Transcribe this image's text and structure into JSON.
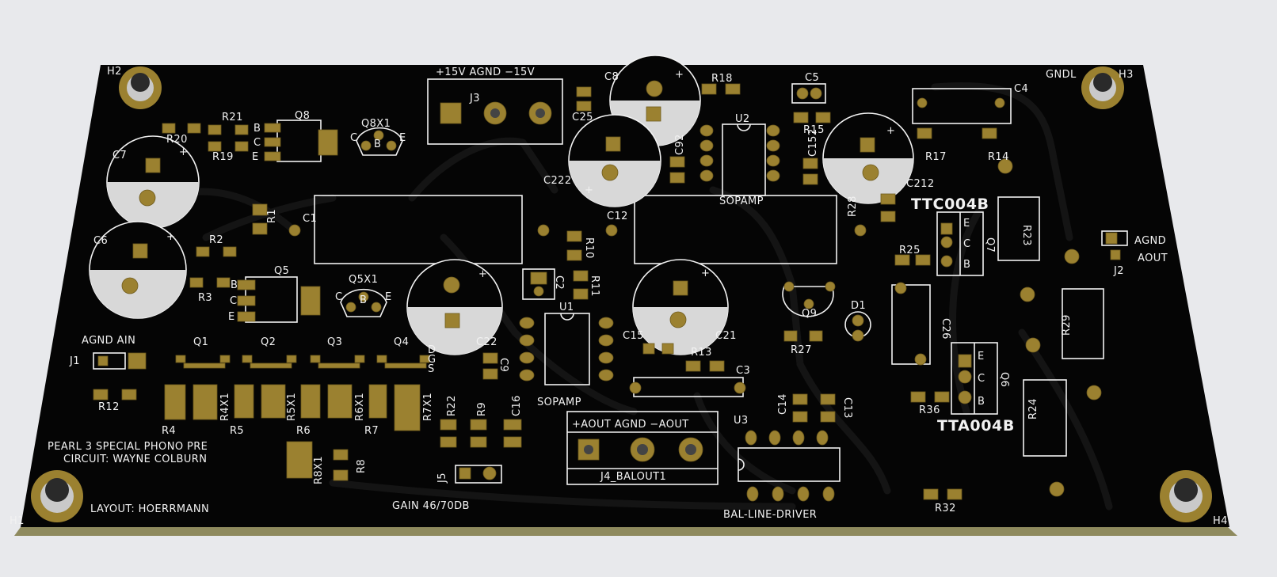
{
  "board": {
    "mounting_holes": [
      "H1",
      "H2",
      "H3",
      "H4"
    ],
    "texts": {
      "title1": "PEARL 3 SPECIAL PHONO PRE",
      "title2": "CIRCUIT: WAYNE COLBURN",
      "layout": "LAYOUT: HOERRMANN",
      "gain": "GAIN 46/70DB",
      "gndl": "GNDL",
      "sopamp1": "SOPAMP",
      "sopamp2": "SOPAMP",
      "bal_line_driver": "BAL-LINE-DRIVER",
      "ttc": "TTC004B",
      "tta": "TTA004B",
      "j3_labels": "+15V  AGND  −15V",
      "j4_labels": "+AOUT AGND −AOUT",
      "j4_name": "J4_BALOUT1",
      "j1_labels": "AGND AIN",
      "j2_agnd": "AGND",
      "j2_aout": "AOUT",
      "dgs": [
        "D",
        "G",
        "S"
      ],
      "bce": [
        "B",
        "C",
        "E"
      ],
      "ecb": [
        "E",
        "C",
        "B"
      ],
      "cbe": [
        "C",
        "B",
        "E"
      ]
    },
    "refs": {
      "R1": "R1",
      "R2": "R2",
      "R3": "R3",
      "R4": "R4",
      "R5": "R5",
      "R6": "R6",
      "R7": "R7",
      "R8": "R8",
      "R9": "R9",
      "R10": "R10",
      "R11": "R11",
      "R12": "R12",
      "R13": "R13",
      "R14": "R14",
      "R15": "R15",
      "R17": "R17",
      "R18": "R18",
      "R19": "R19",
      "R20": "R20",
      "R21": "R21",
      "R22": "R22",
      "R23": "R23",
      "R24": "R24",
      "R25": "R25",
      "R27": "R27",
      "R28": "R28",
      "R29": "R29",
      "R32": "R32",
      "R36": "R36",
      "R4X1": "R4X1",
      "R5X1": "R5X1",
      "R6X1": "R6X1",
      "R7X1": "R7X1",
      "R8X1": "R8X1",
      "C1": "C1",
      "C2": "C2",
      "C3": "C3",
      "C4": "C4",
      "C5": "C5",
      "C6": "C6",
      "C7": "C7",
      "C8": "C8",
      "C9": "C9",
      "C12": "C12",
      "C13": "C13",
      "C14": "C14",
      "C15": "C15",
      "C16": "C16",
      "C21": "C21",
      "C22": "C22",
      "C25": "C25",
      "C26": "C26",
      "C92": "C92",
      "C152": "C152",
      "C212": "C212",
      "C222": "C222",
      "Q1": "Q1",
      "Q2": "Q2",
      "Q3": "Q3",
      "Q4": "Q4",
      "Q5": "Q5",
      "Q6": "Q6",
      "Q7": "Q7",
      "Q8": "Q8",
      "Q9": "Q9",
      "Q5X1": "Q5X1",
      "Q8X1": "Q8X1",
      "U1": "U1",
      "U2": "U2",
      "U3": "U3",
      "J1": "J1",
      "J2": "J2",
      "J3": "J3",
      "J5": "J5",
      "D1": "D1"
    }
  },
  "colors": {
    "background": "#e8e9ec",
    "board": "#050505",
    "board_edge": "#8e8a5e",
    "copper": "#9b8130",
    "silkscreen": "#f2f2f2",
    "hole": "#c9c9c9"
  }
}
